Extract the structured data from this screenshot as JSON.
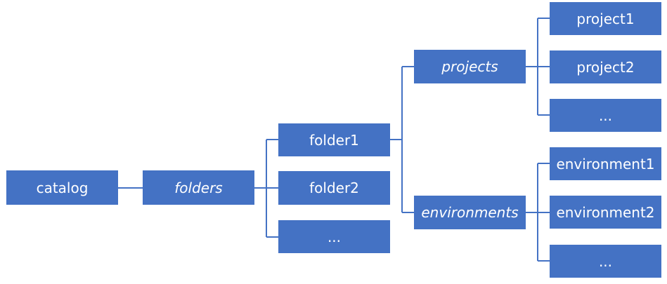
{
  "colors": {
    "node_fill": "#4472c4",
    "node_text": "#ffffff",
    "connector": "#4472c4"
  },
  "nodes": {
    "catalog": "catalog",
    "folders": "folders",
    "folder1": "folder1",
    "folder2": "folder2",
    "folder_more": "...",
    "projects": "projects",
    "environments": "environments",
    "project1": "project1",
    "project2": "project2",
    "project_more": "...",
    "environment1": "environment1",
    "environment2": "environment2",
    "environment_more": "..."
  }
}
